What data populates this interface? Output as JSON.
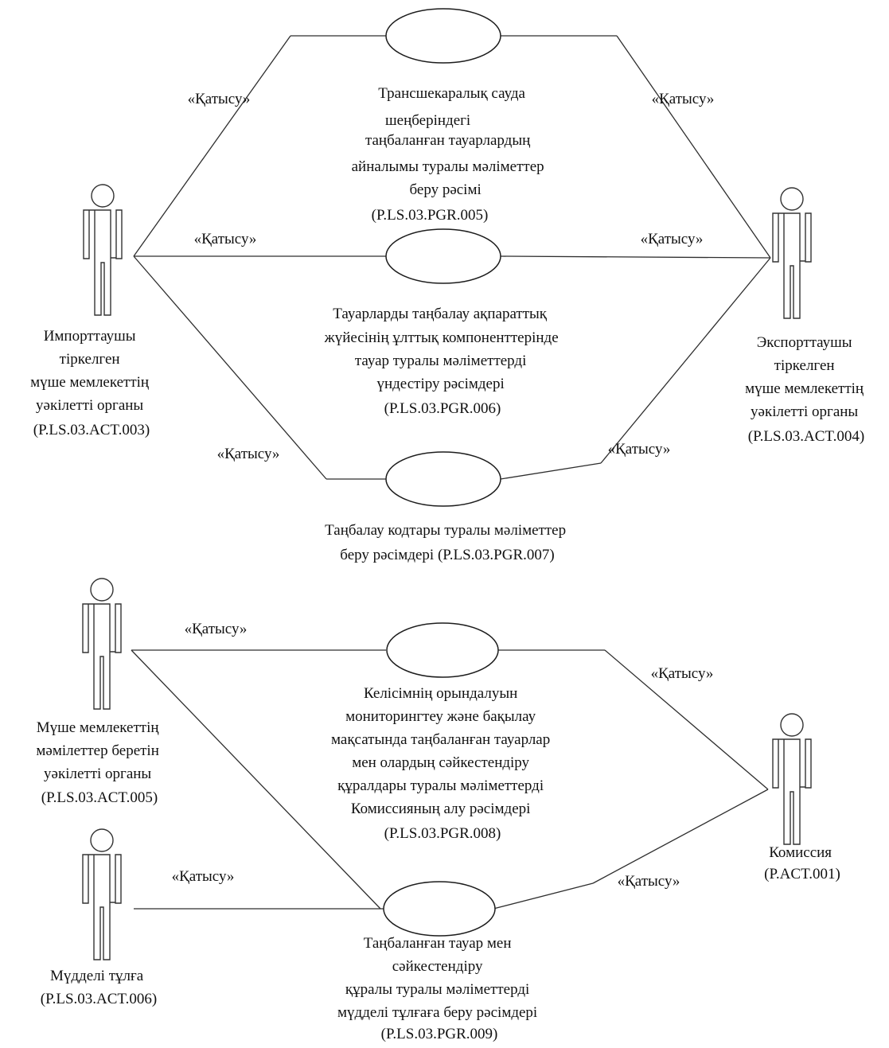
{
  "stereotype": "«Қатысу»",
  "actors": {
    "importer": [
      "Импорттаушы",
      "тіркелген",
      "мүше мемлекеттің",
      "уәкілетті органы",
      "(P.LS.03.ACT.003)"
    ],
    "exporter": [
      "Экспорттаушы",
      "тіркелген",
      "мүше мемлекеттің",
      "уәкілетті органы",
      "(P.LS.03.ACT.004)"
    ],
    "member_state": [
      "Мүше мемлекеттің",
      "мәмілеттер беретін",
      "уәкілетті органы",
      "(P.LS.03.ACT.005)"
    ],
    "interested": [
      "Мүдделі тұлға",
      "(P.LS.03.ACT.006)"
    ],
    "commission": [
      "Комиссия",
      "(P.ACT.001)"
    ]
  },
  "use_cases": {
    "pgr005": [
      "Трансшекаралық сауда",
      "шеңберіндегі",
      "таңбаланған тауарлардың",
      "айналымы туралы мәліметтер",
      "беру рәсімі",
      "(P.LS.03.PGR.005)"
    ],
    "pgr006": [
      "Тауарларды таңбалау ақпараттық",
      "жүйесінің ұлттық компоненттерінде",
      "тауар туралы мәліметтерді",
      "үндестіру рәсімдері",
      "(P.LS.03.PGR.006)"
    ],
    "pgr007": [
      "Таңбалау кодтары туралы мәліметтер",
      "беру рәсімдері (P.LS.03.PGR.007)"
    ],
    "pgr008": [
      "Келісімнің орындалуын",
      "мониторингтеу және бақылау",
      "мақсатында таңбаланған тауарлар",
      "мен олардың сәйкестендіру",
      "құралдары туралы мәліметтерді",
      "Комиссияның алу рәсімдері",
      "(P.LS.03.PGR.008)"
    ],
    "pgr009": [
      "Таңбаланған тауар мен",
      "сәйкестендіру",
      "құралы туралы мәліметтерді",
      "мүдделі тұлғаға беру рәсімдері",
      "(P.LS.03.PGR.009)"
    ]
  },
  "links": [
    {
      "from": "importer",
      "to": "pgr005"
    },
    {
      "from": "importer",
      "to": "pgr006"
    },
    {
      "from": "importer",
      "to": "pgr007"
    },
    {
      "from": "exporter",
      "to": "pgr005"
    },
    {
      "from": "exporter",
      "to": "pgr006"
    },
    {
      "from": "exporter",
      "to": "pgr007"
    },
    {
      "from": "member_state",
      "to": "pgr008"
    },
    {
      "from": "member_state",
      "to": "pgr009"
    },
    {
      "from": "commission",
      "to": "pgr008"
    },
    {
      "from": "commission",
      "to": "pgr009"
    },
    {
      "from": "interested",
      "to": "pgr009"
    }
  ]
}
